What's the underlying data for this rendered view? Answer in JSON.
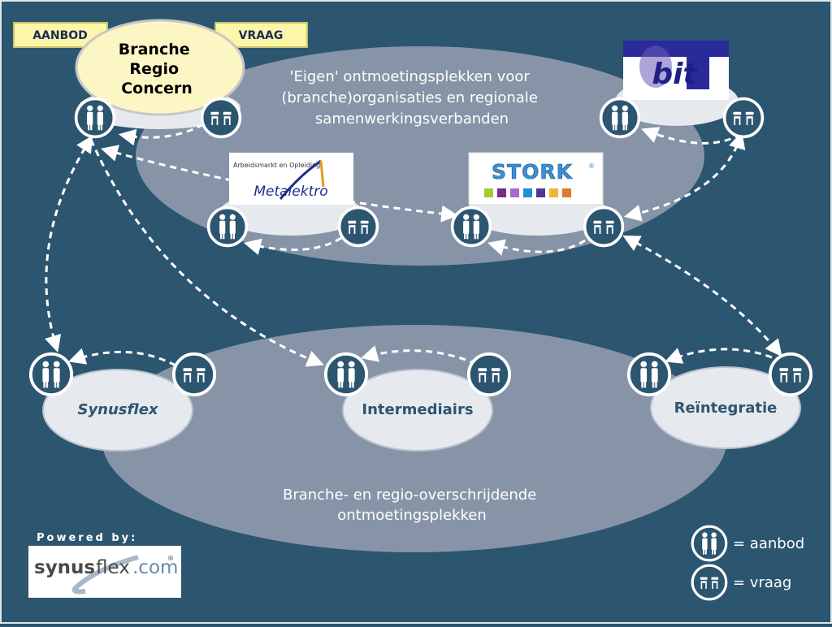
{
  "header": {
    "tag_left": "AANBOD",
    "tag_right": "VRAAG",
    "hub_lines": [
      "Branche",
      "Regio",
      "Concern"
    ]
  },
  "top_region": {
    "lines": [
      "'Eigen' ontmoetingsplekken voor",
      "(branche)organisaties en regionale",
      "samenwerkingsverbanden"
    ]
  },
  "bottom_region": {
    "lines": [
      "Branche- en regio-overschrijdende",
      "ontmoetingsplekken"
    ]
  },
  "logos": {
    "bit": "bit",
    "metalektro_top": "Arbeidsmarkt en Opleiding",
    "metalektro_main": "Metalektro",
    "stork": "STORK",
    "stork_mark": "®"
  },
  "nodes": {
    "synusflex": "Synusflex",
    "intermediairs": "Intermediairs",
    "reintegratie": "Reïntegratie"
  },
  "powered": {
    "caption": "Powered by:",
    "brand_bold": "synus",
    "brand_rest": "flex",
    "brand_tld": ".com",
    "mark": "®"
  },
  "legend": {
    "supply": "= aanbod",
    "demand": "= vraag"
  },
  "colors": {
    "background": "#2c5570",
    "region": "#8794a8",
    "node_fill": "#e6e9ee",
    "hub_fill": "#fbf6c4",
    "tag_fill": "#fbf6a8",
    "stork_blue": "#3b8fd6"
  }
}
